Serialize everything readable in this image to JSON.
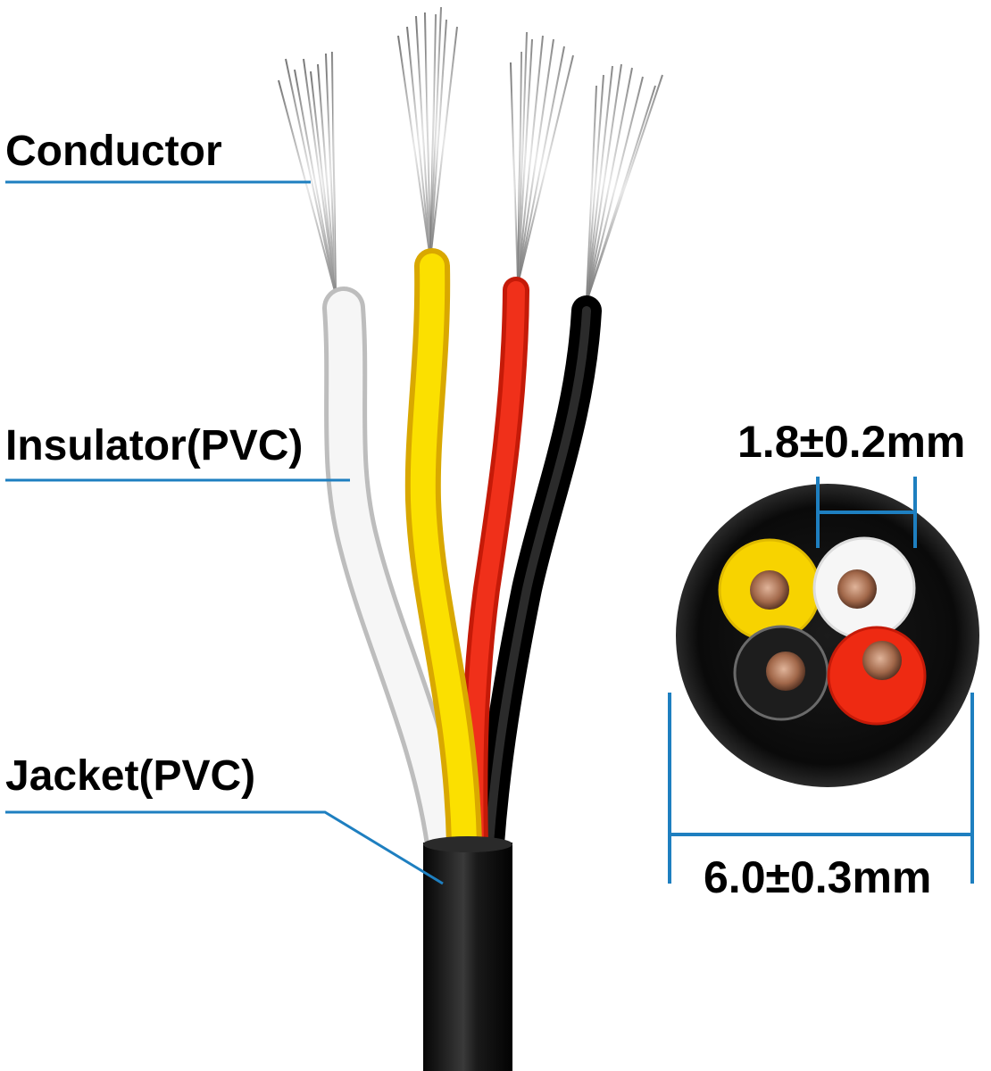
{
  "labels": {
    "conductor": "Conductor",
    "insulator": "Insulator(PVC)",
    "jacket": "Jacket(PVC)"
  },
  "dimensions": {
    "strand_diameter": "1.8±0.2mm",
    "outer_diameter": "6.0±0.3mm"
  },
  "colors": {
    "leader_line": "#1e7fc0",
    "jacket": "#111111",
    "wire_white": "#f4f4f4",
    "wire_yellow": "#f7d300",
    "wire_red": "#ee2a12",
    "wire_black": "#161616",
    "copper": "#b07a5a"
  }
}
